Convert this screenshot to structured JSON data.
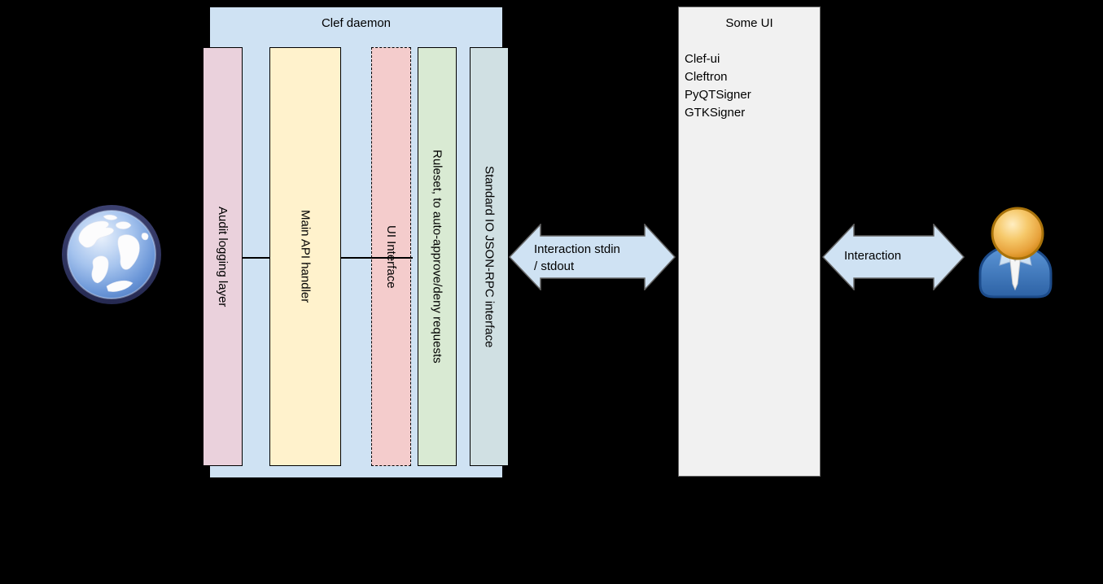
{
  "daemon": {
    "title": "Clef daemon",
    "columns": [
      {
        "label": "Audit logging layer"
      },
      {
        "label": "Main API handler"
      },
      {
        "label": "UI Interface"
      },
      {
        "label": "Ruleset, to auto-approve/deny requests"
      },
      {
        "label": "Standard IO JSON-RPC interface"
      }
    ]
  },
  "some_ui": {
    "title": "Some UI",
    "items": [
      "Clef-ui",
      "Cleftron",
      "PyQTSigner",
      "GTKSigner"
    ]
  },
  "left_arrow": {
    "line1": "Interaction stdin",
    "line2": "/ stdout"
  },
  "right_arrow": {
    "label": "Interaction"
  },
  "icons": {
    "globe": "globe-icon",
    "user": "user-icon"
  },
  "colors": {
    "background": "#000000",
    "daemon_box": "#cfe2f3",
    "audit_column": "#ead1dc",
    "api_column": "#fff2cc",
    "ui_column": "#f4cccc",
    "ruleset_column": "#d9ead3",
    "stdio_column": "#d0e0e3",
    "some_ui_box": "#f1f1f1",
    "arrow_fill": "#cfe2f3",
    "text": "#000000"
  }
}
